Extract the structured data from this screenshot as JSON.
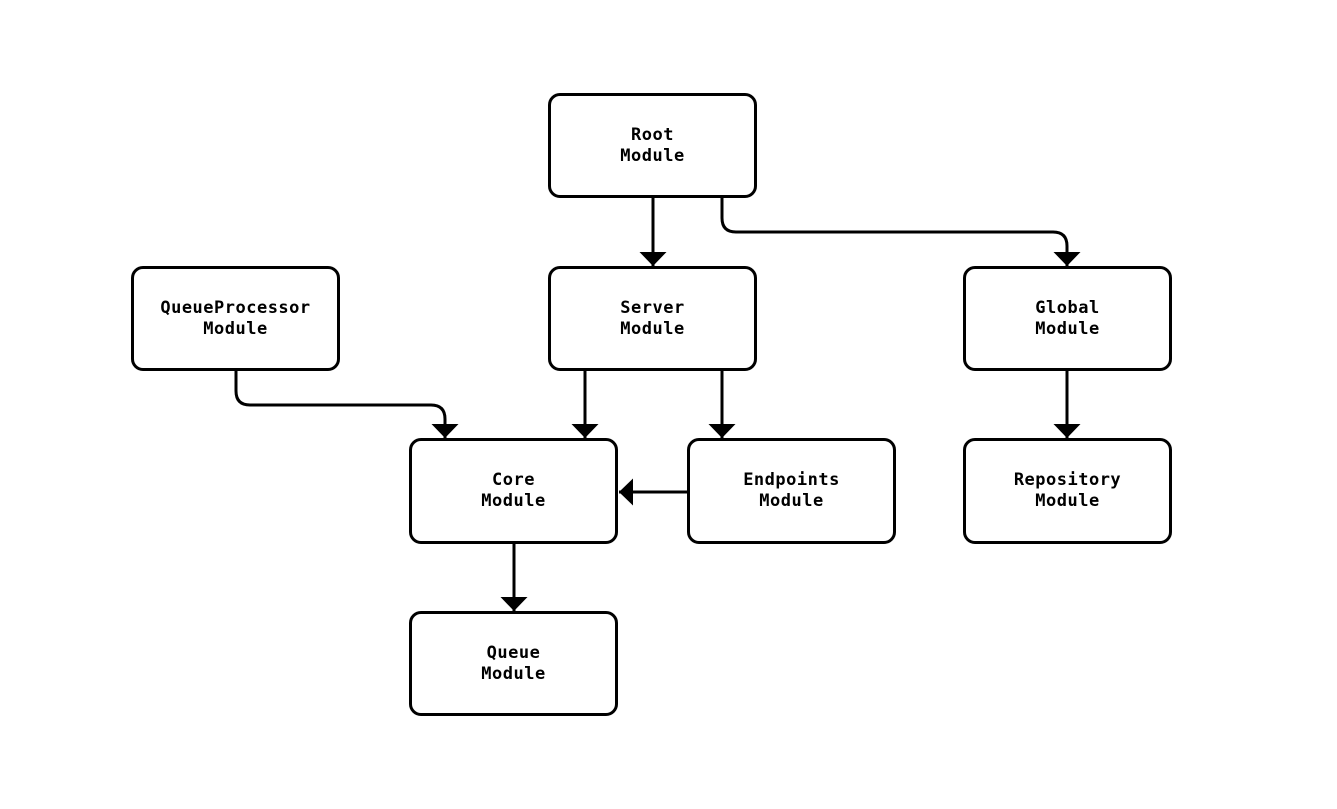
{
  "diagram": {
    "type": "module-dependency-flowchart",
    "background_color": "#ffffff",
    "stroke_color": "#000000",
    "text_color": "#000000",
    "node_fill_color": "#ffffff",
    "nodes": [
      {
        "id": "root",
        "label": "Root\nModule"
      },
      {
        "id": "queueprocessor",
        "label": "QueueProcessor\nModule"
      },
      {
        "id": "server",
        "label": "Server\nModule"
      },
      {
        "id": "global",
        "label": "Global\nModule"
      },
      {
        "id": "core",
        "label": "Core\nModule"
      },
      {
        "id": "endpoints",
        "label": "Endpoints\nModule"
      },
      {
        "id": "repository",
        "label": "Repository\nModule"
      },
      {
        "id": "queue",
        "label": "Queue\nModule"
      }
    ],
    "edges": [
      {
        "from": "root",
        "to": "server"
      },
      {
        "from": "root",
        "to": "global"
      },
      {
        "from": "queueprocessor",
        "to": "core"
      },
      {
        "from": "server",
        "to": "core"
      },
      {
        "from": "server",
        "to": "endpoints"
      },
      {
        "from": "endpoints",
        "to": "core"
      },
      {
        "from": "core",
        "to": "queue"
      },
      {
        "from": "global",
        "to": "repository"
      }
    ]
  }
}
